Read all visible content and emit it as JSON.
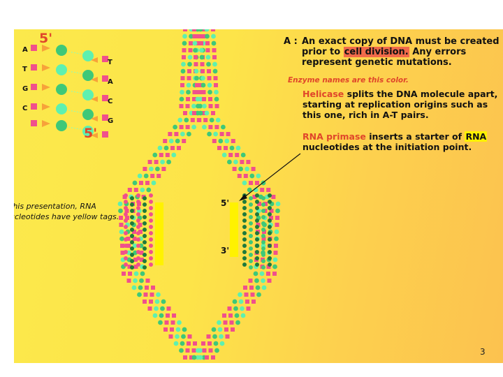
{
  "intro": {
    "label": "A :",
    "text_before": "An exact copy of DNA must be created prior to ",
    "highlight": "cell division.",
    "text_after": " Any errors represent genetic mutations."
  },
  "enzyme_note": "Enzyme names are this color.",
  "helicase": {
    "enzyme": "Helicase",
    "text": " splits the DNA molecule apart, starting at replication origins such as this one, rich in A-T pairs."
  },
  "primase": {
    "enzyme": "RNA primase",
    "text_before": " inserts a starter of ",
    "highlight": "RNA",
    "text_after": " nucleotides at the initiation point."
  },
  "side_note": "this presentation, RNA ucleotides have yellow tags.",
  "inset": {
    "top_end": "5'",
    "bottom_end": "5'",
    "left_bases": [
      "A",
      "T",
      "G",
      "C"
    ],
    "right_bases": [
      "T",
      "A",
      "C",
      "G"
    ]
  },
  "primer_ends": {
    "top": "5'",
    "bottom": "3'"
  },
  "page_number": "3",
  "colors": {
    "enzyme_text": "#e0462a",
    "rna_tag": "#fff200",
    "phosphate": "#f0508c",
    "nucleotide_green": "#3ec878",
    "nucleotide_cyan": "#5ef0b0",
    "nucleotide_dark": "#1e7a3c"
  }
}
